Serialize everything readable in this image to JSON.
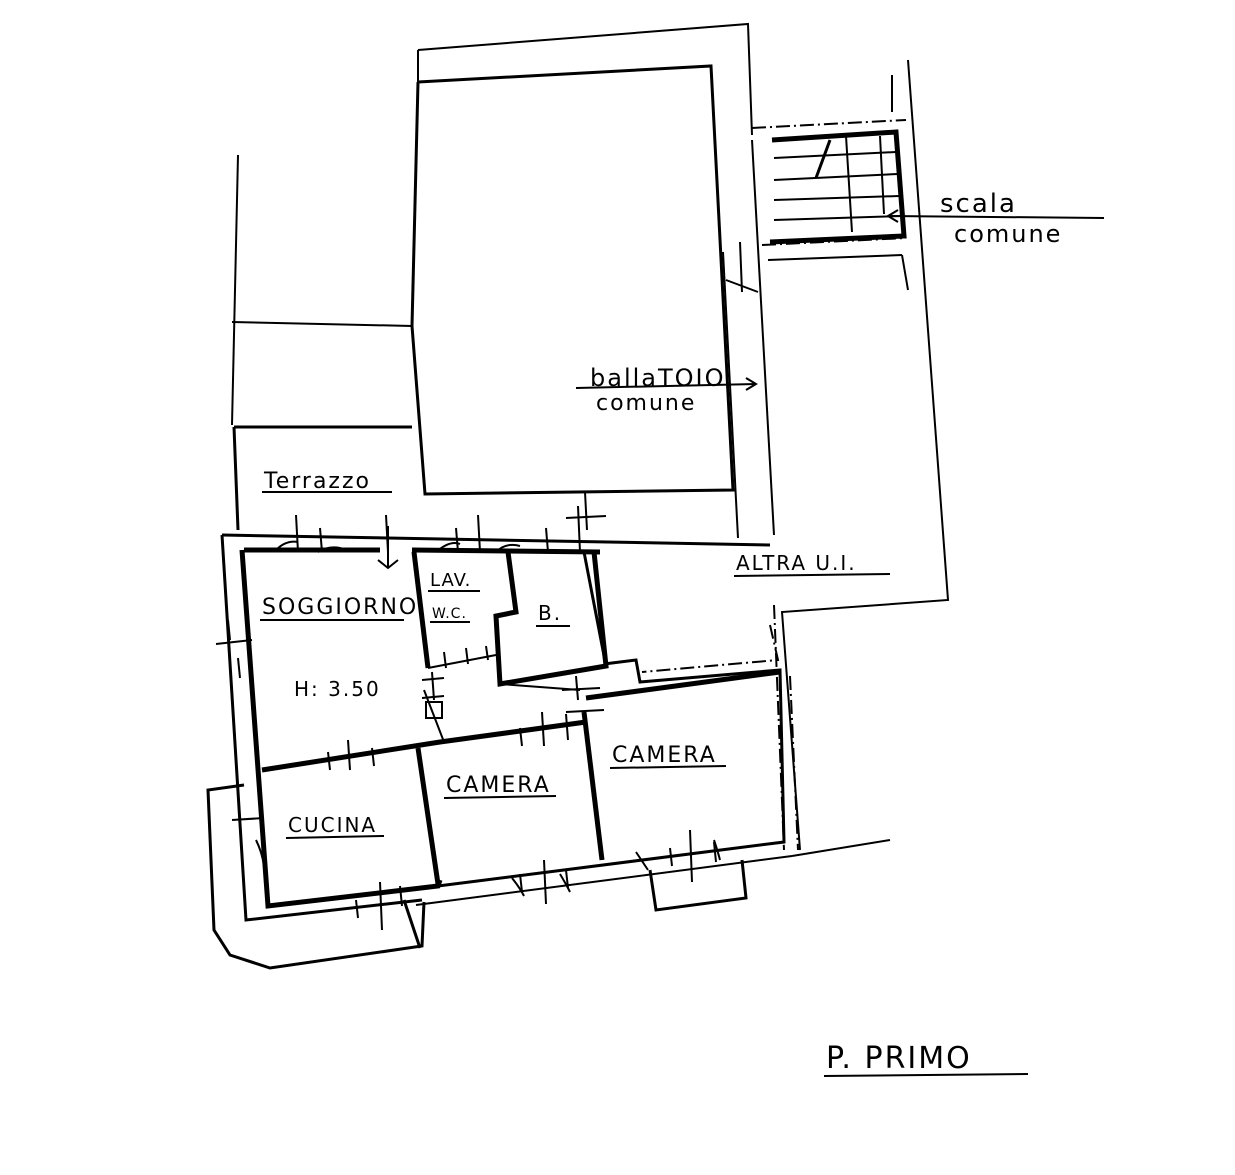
{
  "labels": {
    "scala": "scala",
    "scala_comune": "comune",
    "ballatoio": "ballaTOIO",
    "ballatoio_comune": "comune",
    "terrazzo": "Terrazzo",
    "altra_ui": "ALTRA U.I.",
    "lav": "LAV.",
    "wc": "W.C.",
    "b": "B.",
    "soggiorno": "SOGGIORNO",
    "height": "H: 3.50",
    "cucina": "CUCINA",
    "camera_1": "CAMERA",
    "camera_2": "CAMERA",
    "floor_title": "P. PRIMO"
  }
}
